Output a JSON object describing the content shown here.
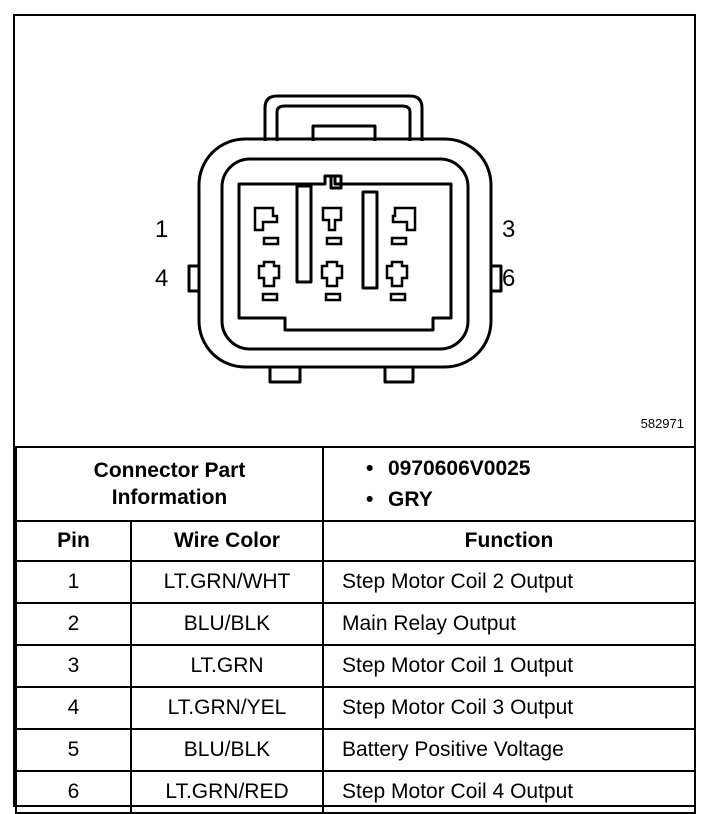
{
  "figure": {
    "id": "582971",
    "pin_labels": {
      "top_left": "1",
      "bottom_left": "4",
      "top_right": "3",
      "bottom_right": "6"
    }
  },
  "connector_info": {
    "label_line1": "Connector Part",
    "label_line2": "Information",
    "items": [
      "0970606V0025",
      "GRY"
    ]
  },
  "table": {
    "headers": [
      "Pin",
      "Wire Color",
      "Function"
    ],
    "rows": [
      [
        "1",
        "LT.GRN/WHT",
        "Step Motor Coil 2 Output"
      ],
      [
        "2",
        "BLU/BLK",
        "Main Relay Output"
      ],
      [
        "3",
        "LT.GRN",
        "Step Motor Coil 1 Output"
      ],
      [
        "4",
        "LT.GRN/YEL",
        "Step Motor Coil 3 Output"
      ],
      [
        "5",
        "BLU/BLK",
        "Battery Positive Voltage"
      ],
      [
        "6",
        "LT.GRN/RED",
        "Step Motor Coil 4 Output"
      ]
    ]
  }
}
